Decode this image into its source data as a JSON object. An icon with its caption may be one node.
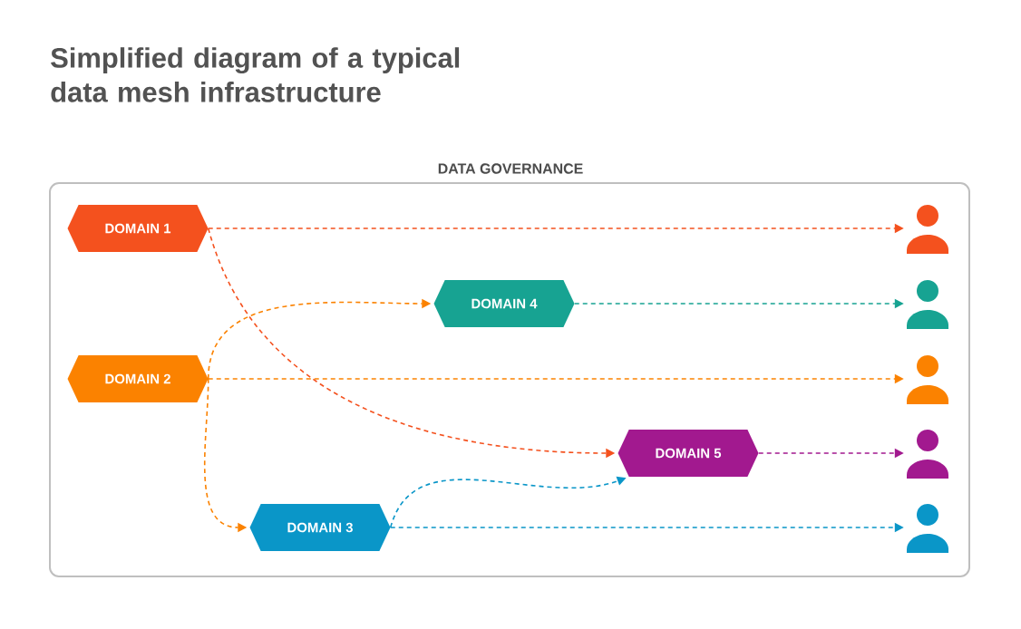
{
  "diagram": {
    "title": "Simplified diagram of a typical data mesh infrastructure",
    "nodes": [
      {
        "text": [
          "DATA GOVERNANCE"
        ]
      },
      {
        "text": [
          "DOMAIN 1"
        ],
        "in": 0
      },
      {
        "text": [
          "DOMAIN 4"
        ],
        "in": 0
      },
      {
        "text": [
          "DOMAIN 2"
        ],
        "in": 0
      },
      {
        "text": [
          "DOMAIN 5"
        ],
        "in": 0
      },
      {
        "text": [
          "DOMAIN 3"
        ],
        "in": 0
      },
      {
        "text": [],
        "shape": "person",
        "in": 0
      },
      {
        "text": [],
        "shape": "person",
        "in": 0
      },
      {
        "text": [],
        "shape": "person",
        "in": 0
      },
      {
        "text": [],
        "shape": "person",
        "in": 0
      },
      {
        "text": [],
        "shape": "person",
        "in": 0
      }
    ],
    "edges": [
      {
        "from": 1,
        "to": 6,
        "arrow": "to",
        "style": "dashed",
        "color": "#f4511e"
      },
      {
        "from": 1,
        "to": 4,
        "arrow": "to",
        "style": "dashed",
        "color": "#f4511e"
      },
      {
        "from": 2,
        "to": 7,
        "arrow": "to",
        "style": "dashed",
        "color": "#17a392"
      },
      {
        "from": 3,
        "to": 2,
        "arrow": "to",
        "style": "dashed",
        "color": "#fb8200"
      },
      {
        "from": 3,
        "to": 8,
        "arrow": "to",
        "style": "dashed",
        "color": "#fb8200"
      },
      {
        "from": 3,
        "to": 5,
        "arrow": "to",
        "style": "dashed",
        "color": "#fb8200"
      },
      {
        "from": 4,
        "to": 9,
        "arrow": "to",
        "style": "dashed",
        "color": "#a2198f"
      },
      {
        "from": 5,
        "to": 4,
        "arrow": "to",
        "style": "dashed",
        "color": "#0a96c8"
      },
      {
        "from": 5,
        "to": 10,
        "arrow": "to",
        "style": "dashed",
        "color": "#0a96c8"
      }
    ]
  }
}
